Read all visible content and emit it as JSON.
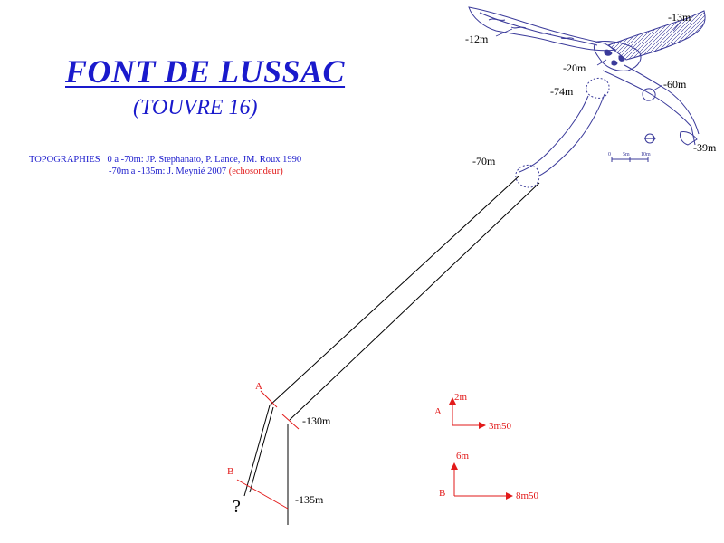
{
  "title": "FONT DE LUSSAC",
  "subtitle": "(TOUVRE 16)",
  "credits": {
    "prefix": "TOPOGRAPHIES",
    "line1": "0 a -70m: JP. Stephanato, P. Lance, JM. Roux 1990",
    "line2": "-70m a -135m: J. Meynié 2007",
    "line2_note": "(echosondeur)"
  },
  "depth_labels": {
    "d12": "-12m",
    "d13": "-13m",
    "d20": "-20m",
    "d60": "-60m",
    "d74": "-74m",
    "d39": "-39m",
    "d70": "-70m",
    "d130": "-130m",
    "d135": "-135m"
  },
  "section_marks": {
    "a": "A",
    "b": "B",
    "unknown": "?"
  },
  "scale_bar": {
    "zero": "0",
    "five": "5m",
    "ten": "10m"
  },
  "scale_a": {
    "label": "A",
    "vertical": "2m",
    "horizontal": "3m50"
  },
  "scale_b": {
    "label": "B",
    "vertical": "6m",
    "horizontal": "8m50"
  },
  "colors": {
    "title_blue": "#1a1acc",
    "annotation_red": "#e21a1a",
    "cave_outline": "#3a3a9a"
  }
}
